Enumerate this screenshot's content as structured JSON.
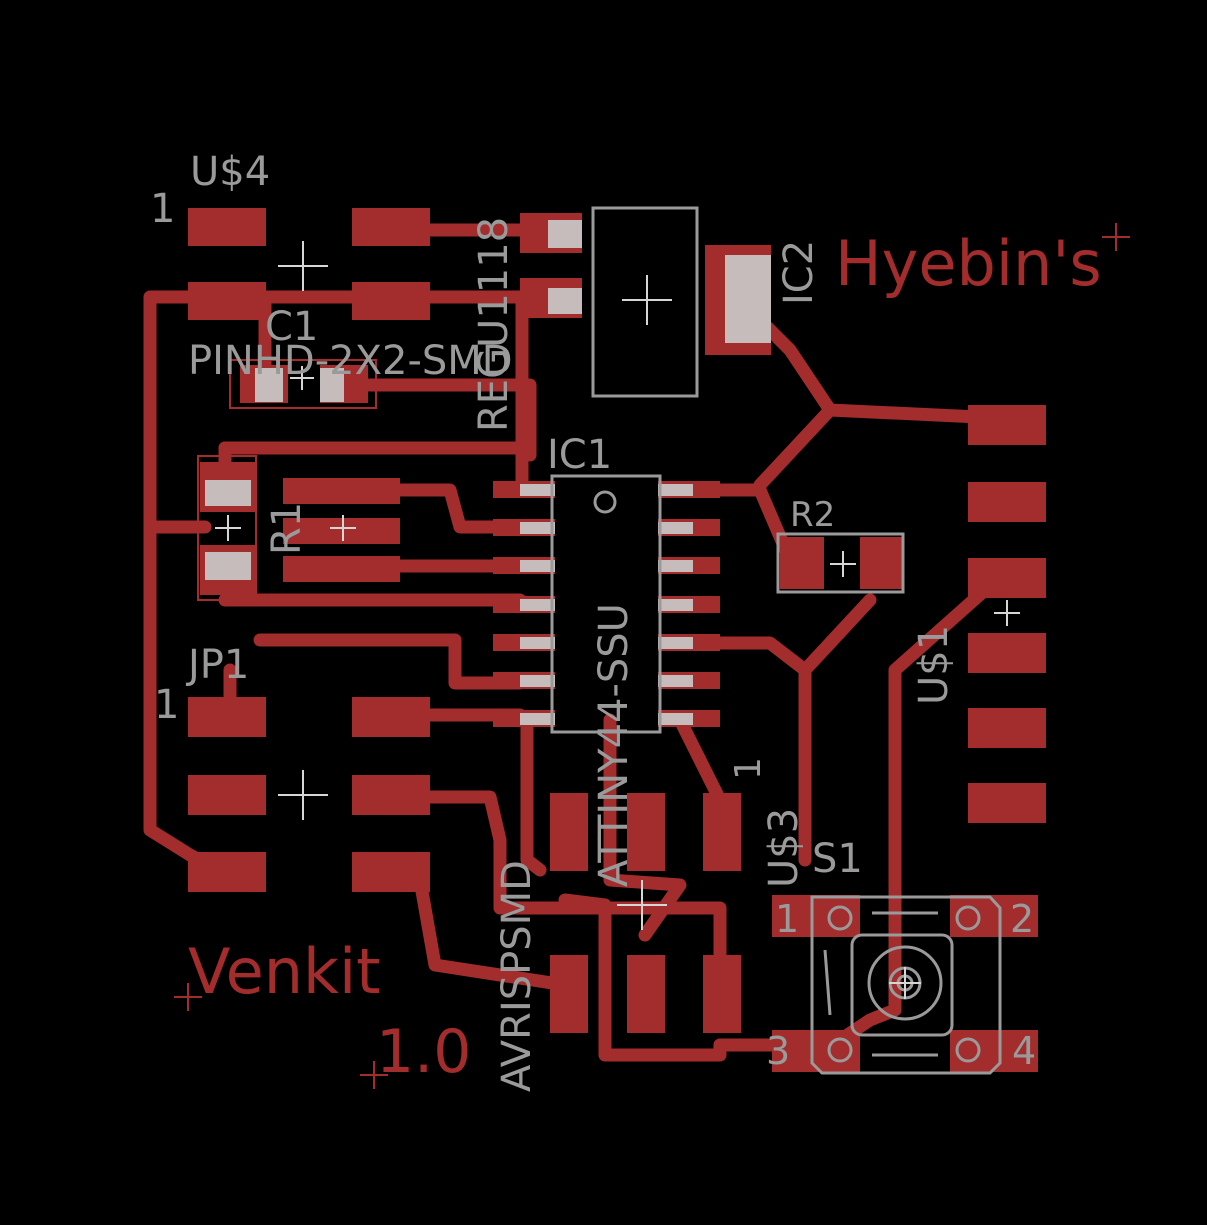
{
  "colors": {
    "background": "#000000",
    "copper": "#a32c2c",
    "silkscreen": "#9a9a9a",
    "pad_highlight": "#c7bcbc"
  },
  "labels": {
    "us4": "U$4",
    "us4_pin1": "1",
    "c1": "C1",
    "pinhd": "PINHD-2X2-SMD",
    "regu": "REGU1118",
    "ic2": "IC2",
    "hyebin": "Hyebin's",
    "ic1": "IC1",
    "attiny": "ATTINY44-SSU",
    "r1": "R1",
    "r2": "R2",
    "us1": "U$1",
    "jp1": "JP1",
    "jp1_pin1": "1",
    "avrispsmd": "AVRISPSMD",
    "us3_pin1": "1",
    "us3": "U$3",
    "s1": "S1",
    "s1_pin1": "1",
    "s1_pin2": "2",
    "s1_pin3": "3",
    "s1_pin4": "4",
    "venkit": "Venkit",
    "version": "1.0"
  }
}
